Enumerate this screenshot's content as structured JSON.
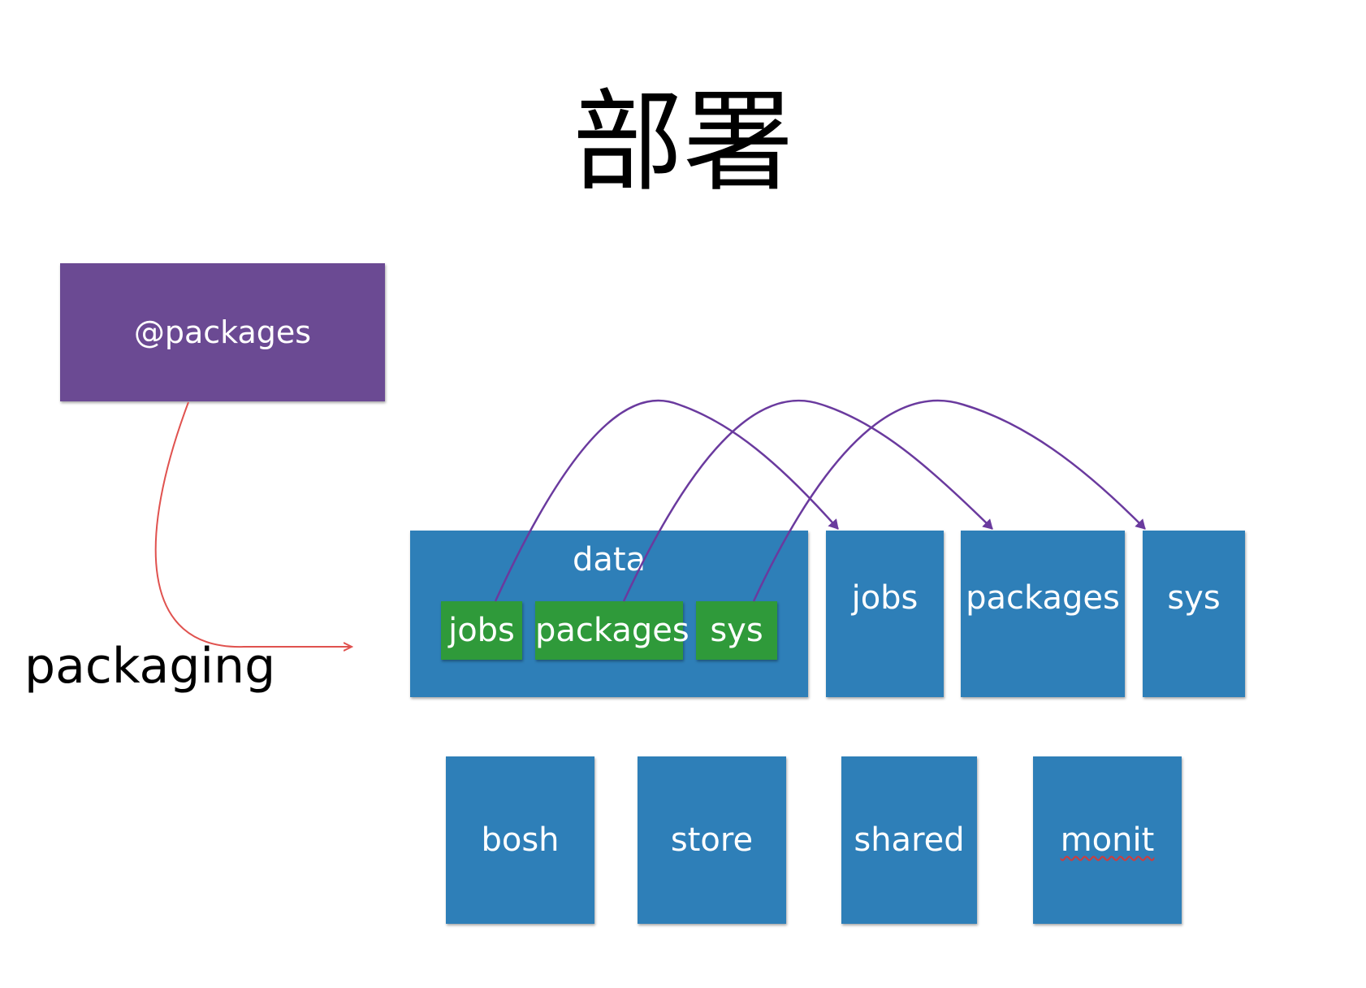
{
  "title": "部署",
  "source_box": {
    "label": "@packages"
  },
  "packaging_label": "packaging",
  "data_box": {
    "label": "data",
    "children": [
      "jobs",
      "packages",
      "sys"
    ]
  },
  "target_boxes": [
    "jobs",
    "packages",
    "sys"
  ],
  "bottom_boxes": [
    "bosh",
    "store",
    "shared",
    "monit"
  ],
  "colors": {
    "box_blue": "#2e7fb8",
    "box_green": "#2f9a3a",
    "box_purple": "#6b4a93",
    "arrow_red": "#e0524f",
    "arrow_purple": "#6a3a9e"
  }
}
